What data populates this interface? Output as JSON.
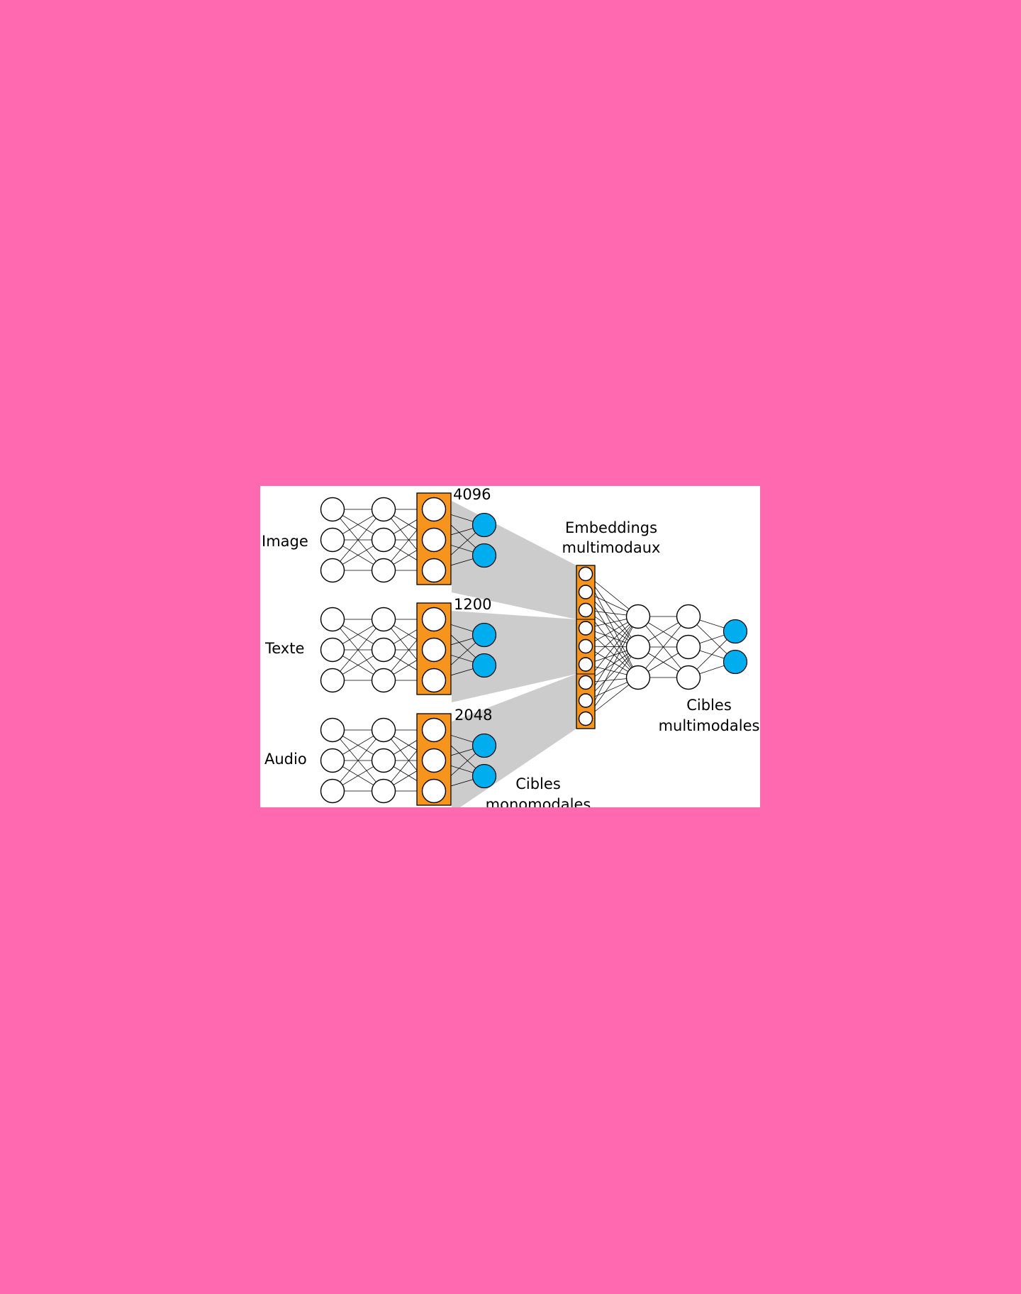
{
  "colors": {
    "page_background": "#ff69b0",
    "figure_background": "#ffffff",
    "embedding_box": "#f7941d",
    "target_node": "#00aeef",
    "fan_projection": "#cccccc",
    "hidden_node": "#ffffff"
  },
  "modalities": [
    {
      "label": "Image",
      "dimension": "4096"
    },
    {
      "label": "Texte",
      "dimension": "1200"
    },
    {
      "label": "Audio",
      "dimension": "2048"
    }
  ],
  "labels": {
    "multimodal_embeddings_line1": "Embeddings",
    "multimodal_embeddings_line2": "multimodaux",
    "multimodal_targets_line1": "Cibles",
    "multimodal_targets_line2": "multimodales",
    "monomodal_targets_line1": "Cibles",
    "monomodal_targets_line2": "monomodales"
  }
}
